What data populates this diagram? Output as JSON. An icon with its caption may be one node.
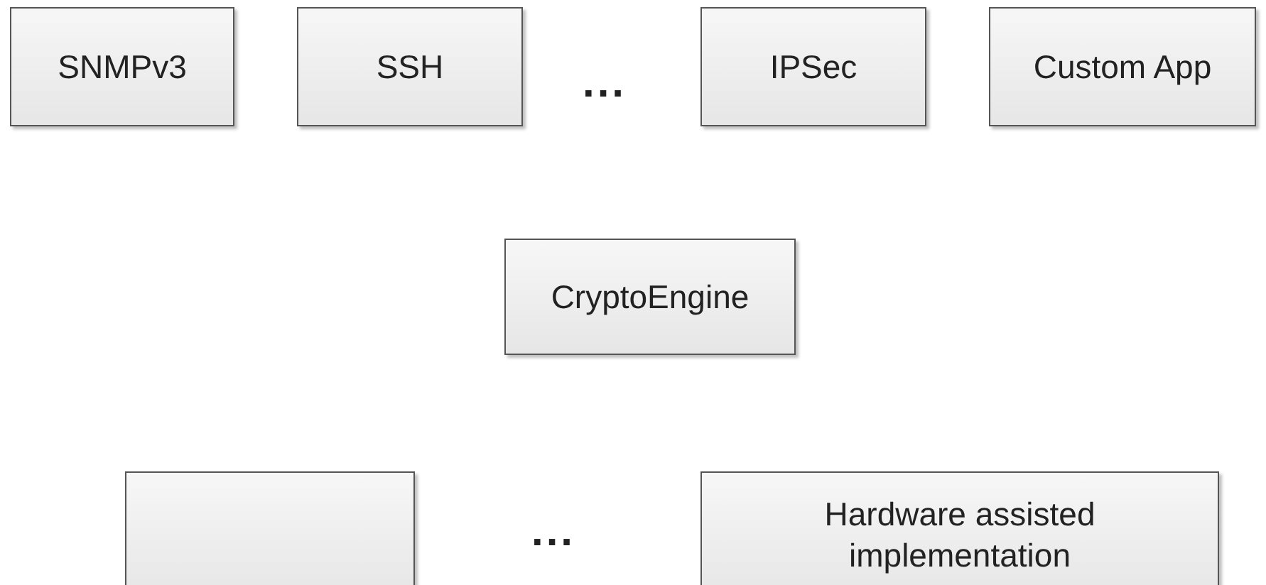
{
  "diagram": {
    "nodes": [
      {
        "text": [
          "SNMPv3"
        ]
      },
      {
        "text": [
          "SSH"
        ]
      },
      {
        "text": [
          "IPSec"
        ]
      },
      {
        "text": [
          "Custom App"
        ]
      },
      {
        "text": [
          "CryptoEngine"
        ]
      },
      {
        "text": [],
        "shape": "box"
      },
      {
        "text": [
          "Hardware assisted implementation"
        ]
      }
    ],
    "edges": [],
    "labels": [
      "...",
      "..."
    ]
  }
}
